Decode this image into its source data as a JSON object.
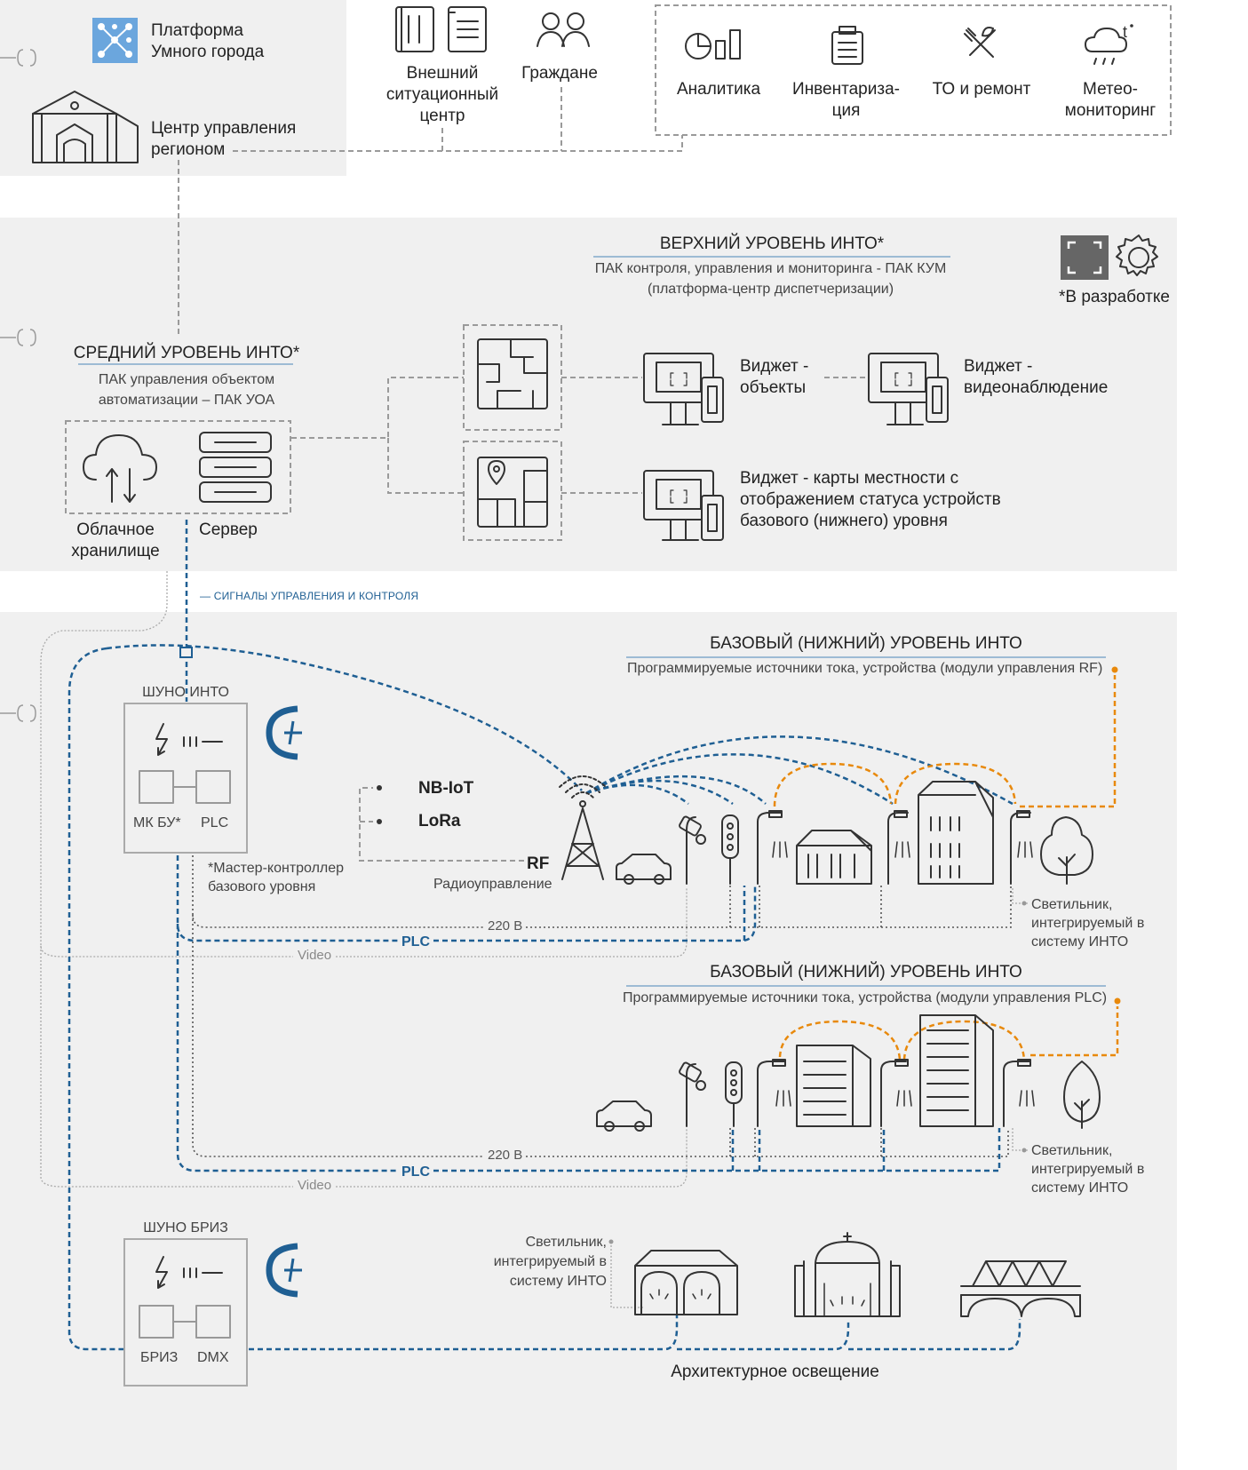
{
  "top": {
    "platform_line1": "Платформа",
    "platform_line2": "Умного города",
    "region_line1": "Центр управления",
    "region_line2": "регионом",
    "ext_line1": "Внешний",
    "ext_line2": "ситуационный",
    "ext_line3": "центр",
    "citizens": "Граждане",
    "analytics": "Аналитика",
    "inventory_line1": "Инвентариза-",
    "inventory_line2": "ция",
    "maintenance": "ТО и ремонт",
    "meteo_line1": "Метео-",
    "meteo_line2": "мониторинг"
  },
  "upper": {
    "title": "ВЕРХНИЙ УРОВЕНЬ ИНТО*",
    "sub1": "ПАК контроля, управления и мониторинга - ПАК КУМ",
    "sub2": "(платформа-центр диспетчеризации)",
    "in_dev": "*В разработке"
  },
  "middle": {
    "title": "СРЕДНИЙ УРОВЕНЬ ИНТО*",
    "sub1": "ПАК управления  объектом",
    "sub2": "автоматизации – ПАК УОА",
    "cloud_line1": "Облачное",
    "cloud_line2": "хранилище",
    "server": "Сервер",
    "widget_objects_line1": "Виджет -",
    "widget_objects_line2": "объекты",
    "widget_video_line1": "Виджет -",
    "widget_video_line2": "видеонаблюдение",
    "widget_map_line1": "Виджет - карты местности с",
    "widget_map_line2": "отображением статуса устройств",
    "widget_map_line3": "базового (нижнего) уровня"
  },
  "signals_label": "— СИГНАЛЫ УПРАВЛЕНИЯ И КОНТРОЛЯ",
  "base_rf": {
    "title": "БАЗОВЫЙ (НИЖНИЙ) УРОВЕНЬ ИНТО",
    "sub": "Программируемые источники тока, устройства (модули управления RF)",
    "shuno": "ШУНО ИНТО",
    "mk": "МК БУ*",
    "plc": "PLC",
    "master_line1": "*Мастер-контроллер",
    "master_line2": "базового уровня",
    "nbiot": "NB-IoT",
    "lora": "LoRa",
    "rf": "RF",
    "radio": "Радиоуправление",
    "v220": "220 В",
    "plc_line": "PLC",
    "video": "Video",
    "lamp_line1": "Светильник,",
    "lamp_line2": "интегрируемый в",
    "lamp_line3": "систему ИНТО"
  },
  "base_plc": {
    "title": "БАЗОВЫЙ (НИЖНИЙ) УРОВЕНЬ ИНТО",
    "sub": "Программируемые источники тока, устройства (модули управления PLC)",
    "v220": "220 В",
    "plc_line": "PLC",
    "video": "Video",
    "lamp_line1": "Светильник,",
    "lamp_line2": "интегрируемый в",
    "lamp_line3": "систему ИНТО"
  },
  "breeze": {
    "shuno": "ШУНО БРИЗ",
    "briz": "БРИЗ",
    "dmx": "DMX",
    "lamp_line1": "Светильник,",
    "lamp_line2": "интегрируемый в",
    "lamp_line3": "систему ИНТО",
    "arch": "Архитектурное освещение"
  },
  "colors": {
    "blue": "#1f5f93",
    "orange": "#e8890c",
    "grey_dash": "#9a9a9a",
    "panel": "#f0f0f0"
  }
}
